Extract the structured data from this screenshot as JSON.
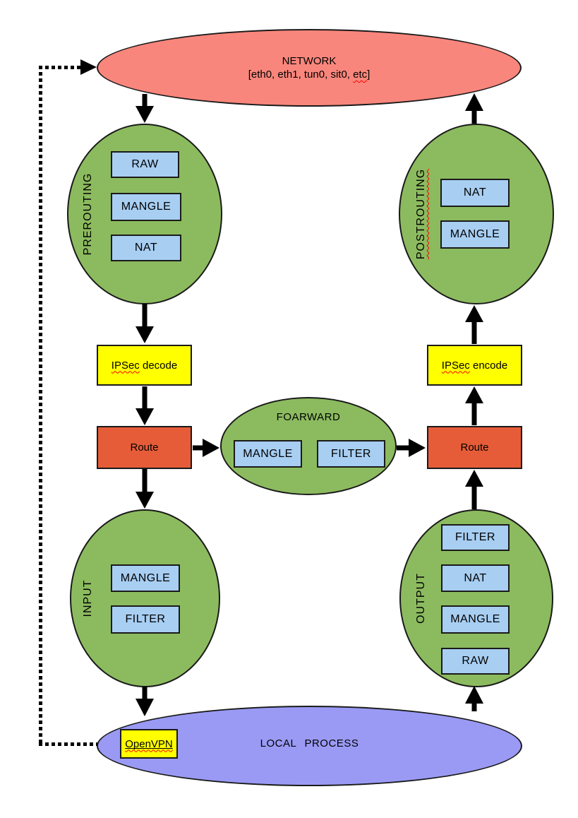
{
  "colors": {
    "network_fill": "#f9867c",
    "chain_fill": "#8cbb5f",
    "table_fill": "#a8cef2",
    "route_fill": "#e65c38",
    "highlight_fill": "#ffff00",
    "local_process_fill": "#9a9af5",
    "stroke": "#000000",
    "squiggle": "#ff0000"
  },
  "network": {
    "title": "NETWORK",
    "devices_prefix": "[eth0, eth1, tun0, sit0, ",
    "devices_misspell": "etc",
    "devices_suffix": "]"
  },
  "prerouting": {
    "label": "PREROUTING",
    "tables": [
      "RAW",
      "MANGLE",
      "NAT"
    ]
  },
  "postrouting": {
    "label": "POSTROUTING",
    "tables": [
      "NAT",
      "MANGLE"
    ]
  },
  "forward": {
    "label": "FOARWARD",
    "tables": [
      "MANGLE",
      "FILTER"
    ]
  },
  "input": {
    "label": "INPUT",
    "tables": [
      "MANGLE",
      "FILTER"
    ]
  },
  "output": {
    "label": "OUTPUT",
    "tables": [
      "FILTER",
      "NAT",
      "MANGLE",
      "RAW"
    ]
  },
  "ipsec_decode": {
    "word1": "IPSec",
    "word2": "decode"
  },
  "ipsec_encode": {
    "word1": "IPSec",
    "word2": "encode"
  },
  "route_left": {
    "label": "Route"
  },
  "route_right": {
    "label": "Route"
  },
  "local_process": {
    "label": "LOCAL PROCESS",
    "openvpn_label": "OpenVPN"
  }
}
